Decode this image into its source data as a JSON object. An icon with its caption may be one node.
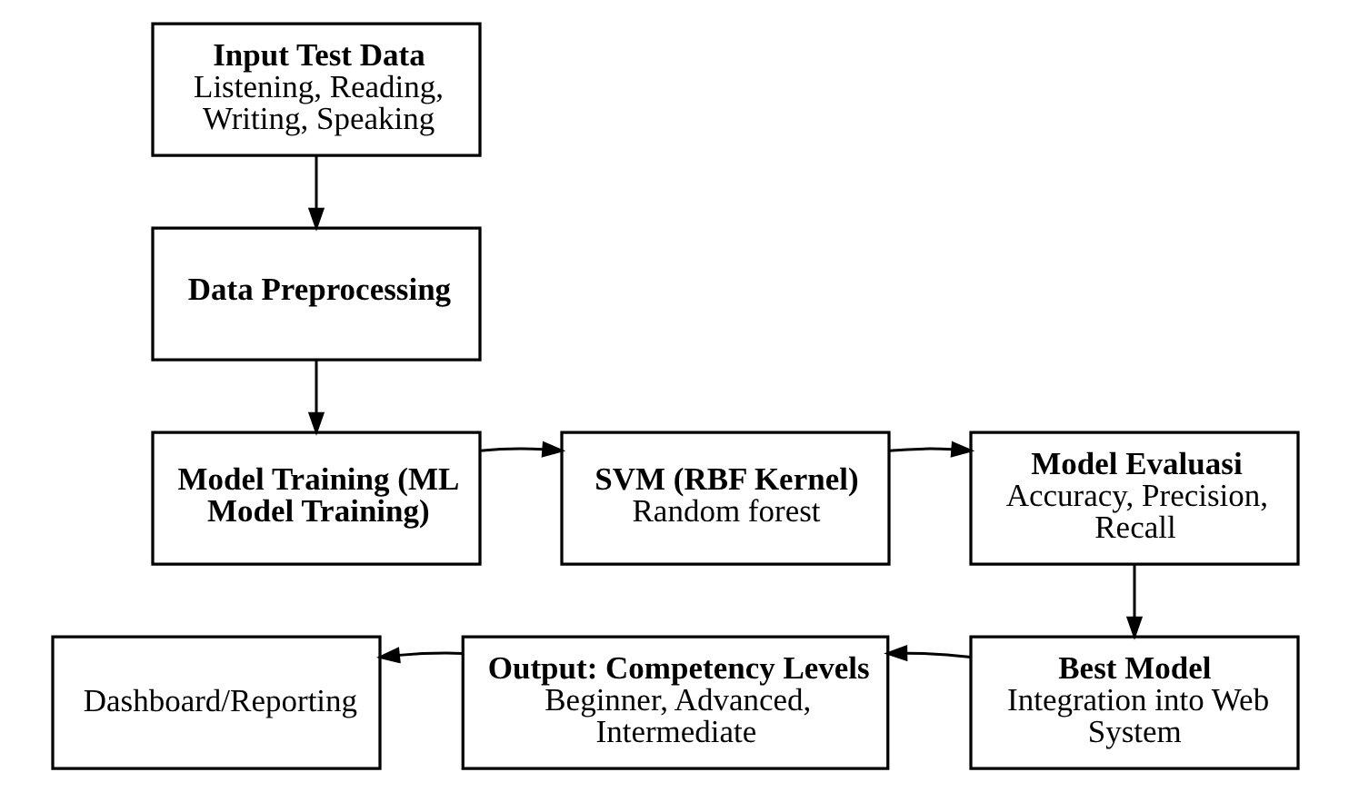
{
  "diagram": {
    "nodes": [
      {
        "text": [
          "Input Test Data",
          "Listening, Reading, Writing, Speaking"
        ]
      },
      {
        "text": [
          "Data Preprocessing"
        ]
      },
      {
        "text": [
          "Model Training (ML Model Training)"
        ]
      },
      {
        "text": [
          "SVM (RBF Kernel)",
          "Random forest"
        ]
      },
      {
        "text": [
          "Model Evaluasi",
          "Accuracy, Precision, Recall"
        ]
      },
      {
        "text": [
          "Best Model",
          "Integration into Web System"
        ]
      },
      {
        "text": [
          "Output: Competency Levels",
          "Beginner, Advanced, Intermediate"
        ]
      },
      {
        "text": [
          "Dashboard/Reporting"
        ]
      }
    ],
    "edges": [
      {
        "from": 0,
        "to": 1,
        "arrow": "to"
      },
      {
        "from": 1,
        "to": 2,
        "arrow": "to"
      },
      {
        "from": 2,
        "to": 3,
        "arrow": "to"
      },
      {
        "from": 3,
        "to": 4,
        "arrow": "to"
      },
      {
        "from": 4,
        "to": 5,
        "arrow": "to"
      },
      {
        "from": 5,
        "to": 6,
        "arrow": "to"
      },
      {
        "from": 6,
        "to": 7,
        "arrow": "to"
      }
    ]
  }
}
